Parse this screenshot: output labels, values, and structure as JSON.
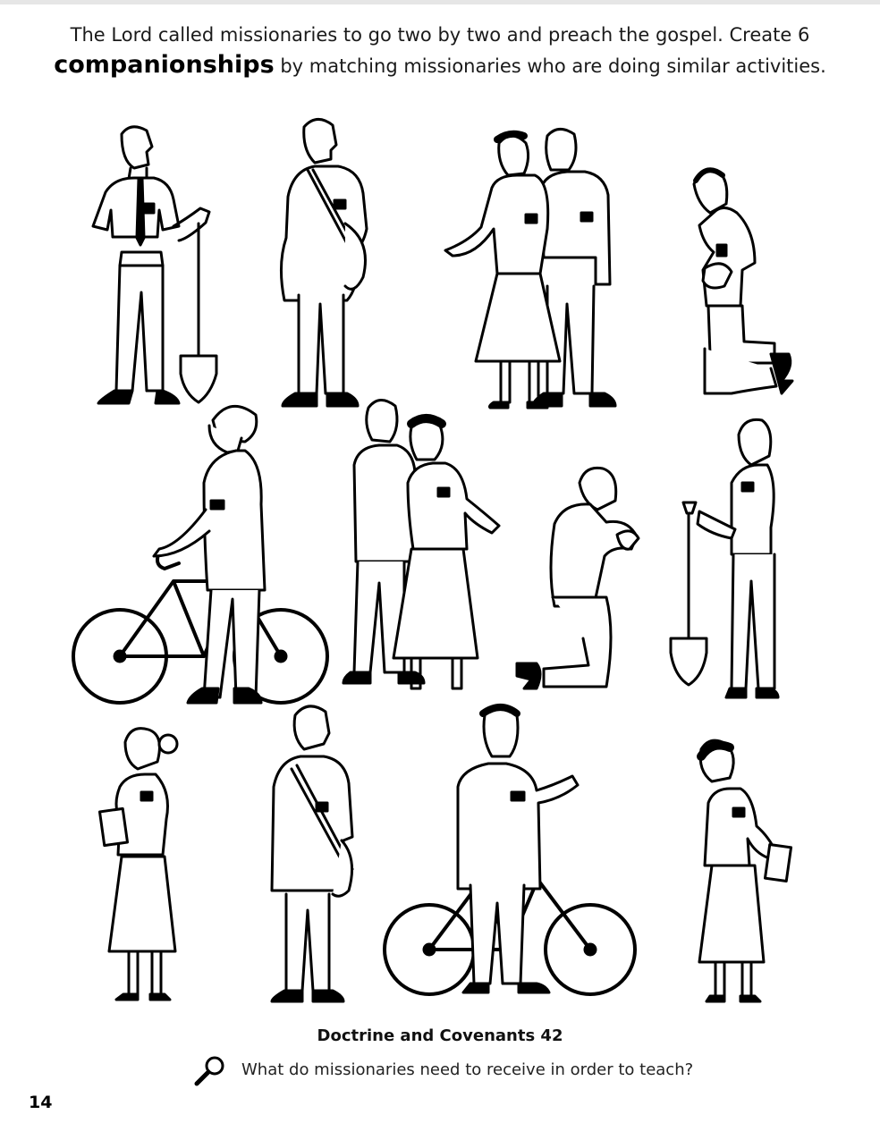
{
  "instructions": {
    "line1": "The Lord called missionaries to go two by two and preach the gospel. Create 6",
    "bold_word": "companionships",
    "line2_rest": " by matching missionaries who are doing similar activities."
  },
  "scripture_reference": "Doctrine and Covenants 42",
  "question": "What do missionaries need to receive in order to teach?",
  "page_number": "14",
  "icons": {
    "search": "magnifying-glass-icon"
  },
  "colors": {
    "ink": "#000000",
    "paper": "#ffffff"
  }
}
